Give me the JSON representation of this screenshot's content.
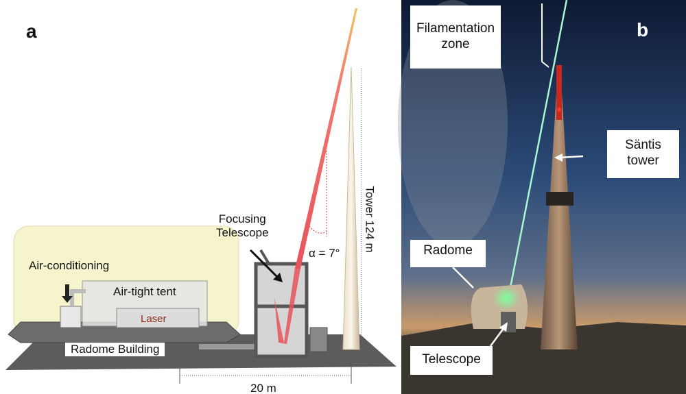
{
  "panel_a": {
    "letter": "a",
    "labels": {
      "air_conditioning": "Air-conditioning",
      "air_tight_tent": "Air-tight tent",
      "laser": "Laser",
      "radome_building": "Radome Building",
      "focusing_telescope_line1": "Focusing",
      "focusing_telescope_line2": "Telescope",
      "angle": "α = 7°",
      "tower_height": "Tower 124 m",
      "distance": "20 m"
    }
  },
  "panel_b": {
    "letter": "b",
    "labels": {
      "filamentation_line1": "Filamentation",
      "filamentation_line2": "zone",
      "santis_line1": "Säntis",
      "santis_line2": "tower",
      "radome": "Radome",
      "telescope": "Telescope"
    }
  },
  "colors": {
    "beam_red": "#e8535a",
    "laser_green": "#9ef5c8",
    "tower_red": "#c9281e"
  }
}
